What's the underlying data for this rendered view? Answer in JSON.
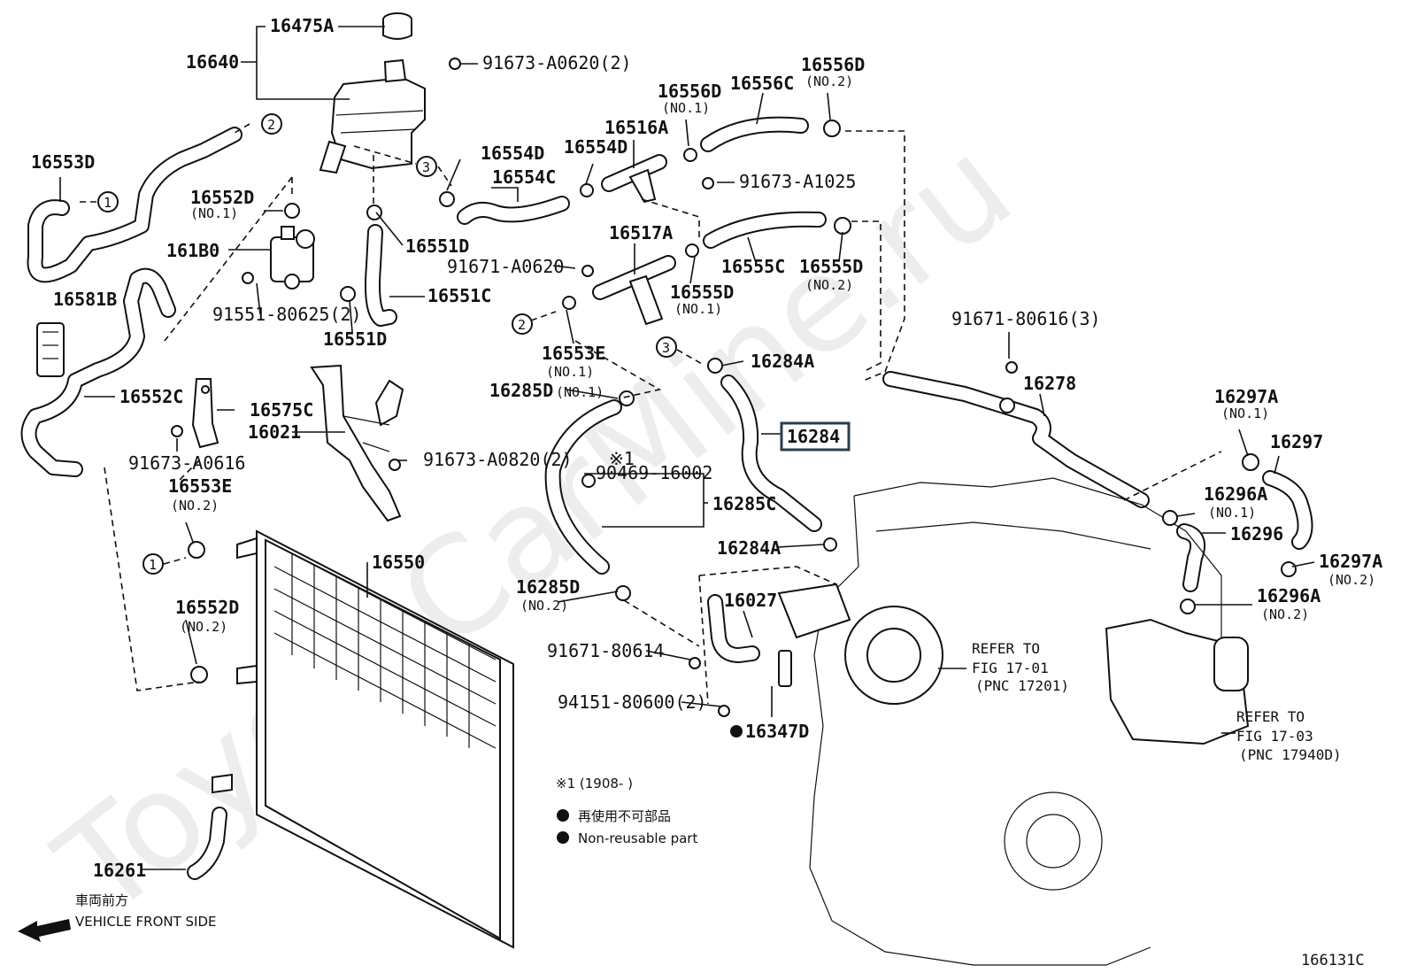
{
  "watermark": "ToyotaCarMine.ru",
  "figure_code": "166131C",
  "direction": {
    "jp": "車両前方",
    "en": "VEHICLE FRONT SIDE"
  },
  "legend": {
    "note_footnote": "※1 (1908-      )",
    "non_reusable_jp": "再使用不可部品",
    "non_reusable_en": "Non-reusable part"
  },
  "highlighted_part": "16284",
  "callouts": {
    "c1a": "1",
    "c1b": "1",
    "c2a": "2",
    "c2b": "2",
    "c3a": "3",
    "c3b": "3"
  },
  "labels": {
    "p16475A": "16475A",
    "p16640": "16640",
    "p91673A0620": "91673-A0620(2)",
    "p16553D": "16553D",
    "p16552D_1": "16552D",
    "p16552D_1_sub": "(NO.1)",
    "p16554D_a": "16554D",
    "p16554C": "16554C",
    "p16554D_b": "16554D",
    "p16516A": "16516A",
    "p16556D_1": "16556D",
    "p16556D_1_sub": "(NO.1)",
    "p16556C": "16556C",
    "p16556D_2": "16556D",
    "p16556D_2_sub": "(NO.2)",
    "p91673A1025": "91673-A1025",
    "p161B0": "161B0",
    "p16551D_a": "16551D",
    "p16517A": "16517A",
    "p91671A0620": "91671-A0620",
    "p16555C": "16555C",
    "p16555D_2": "16555D",
    "p16555D_2_sub": "(NO.2)",
    "p16581B": "16581B",
    "p91551": "91551-80625(2)",
    "p16551C": "16551C",
    "p16551D_b": "16551D",
    "p16555D_1": "16555D",
    "p16555D_1_sub": "(NO.1)",
    "p16553E_1": "16553E",
    "p16553E_1_sub": "(NO.1)",
    "p91671_80616": "91671-80616(3)",
    "p16284A_a": "16284A",
    "p16278": "16278",
    "p16552C": "16552C",
    "p16575C": "16575C",
    "p16021": "16021",
    "p16285D_1": "16285D",
    "p16285D_1_sub": "(NO.1)",
    "p16297A_1": "16297A",
    "p16297A_1_sub": "(NO.1)",
    "p16297": "16297",
    "p91673A0616": "91673-A0616",
    "p91673A0820": "91673-A0820(2)",
    "p90469": "90469-16002",
    "p90469_mark": "※1",
    "p16553E_2": "16553E",
    "p16553E_2_sub": "(NO.2)",
    "p16285C": "16285C",
    "p16296A_1": "16296A",
    "p16296A_1_sub": "(NO.1)",
    "p16296": "16296",
    "p16284A_b": "16284A",
    "p16297A_2": "16297A",
    "p16297A_2_sub": "(NO.2)",
    "p16550": "16550",
    "p16285D_2": "16285D",
    "p16285D_2_sub": "(NO.2)",
    "p16027": "16027",
    "p16296A_2": "16296A",
    "p16296A_2_sub": "(NO.2)",
    "p16552D_2": "16552D",
    "p16552D_2_sub": "(NO.2)",
    "p91671_80614": "91671-80614",
    "p94151": "94151-80600(2)",
    "p16347D": "16347D",
    "p16261": "16261"
  },
  "refers": [
    {
      "l1": "REFER TO",
      "l2": "FIG 17-01",
      "l3": "(PNC 17201)"
    },
    {
      "l1": "REFER TO",
      "l2": "FIG 17-03",
      "l3": "(PNC 17940D)"
    }
  ]
}
